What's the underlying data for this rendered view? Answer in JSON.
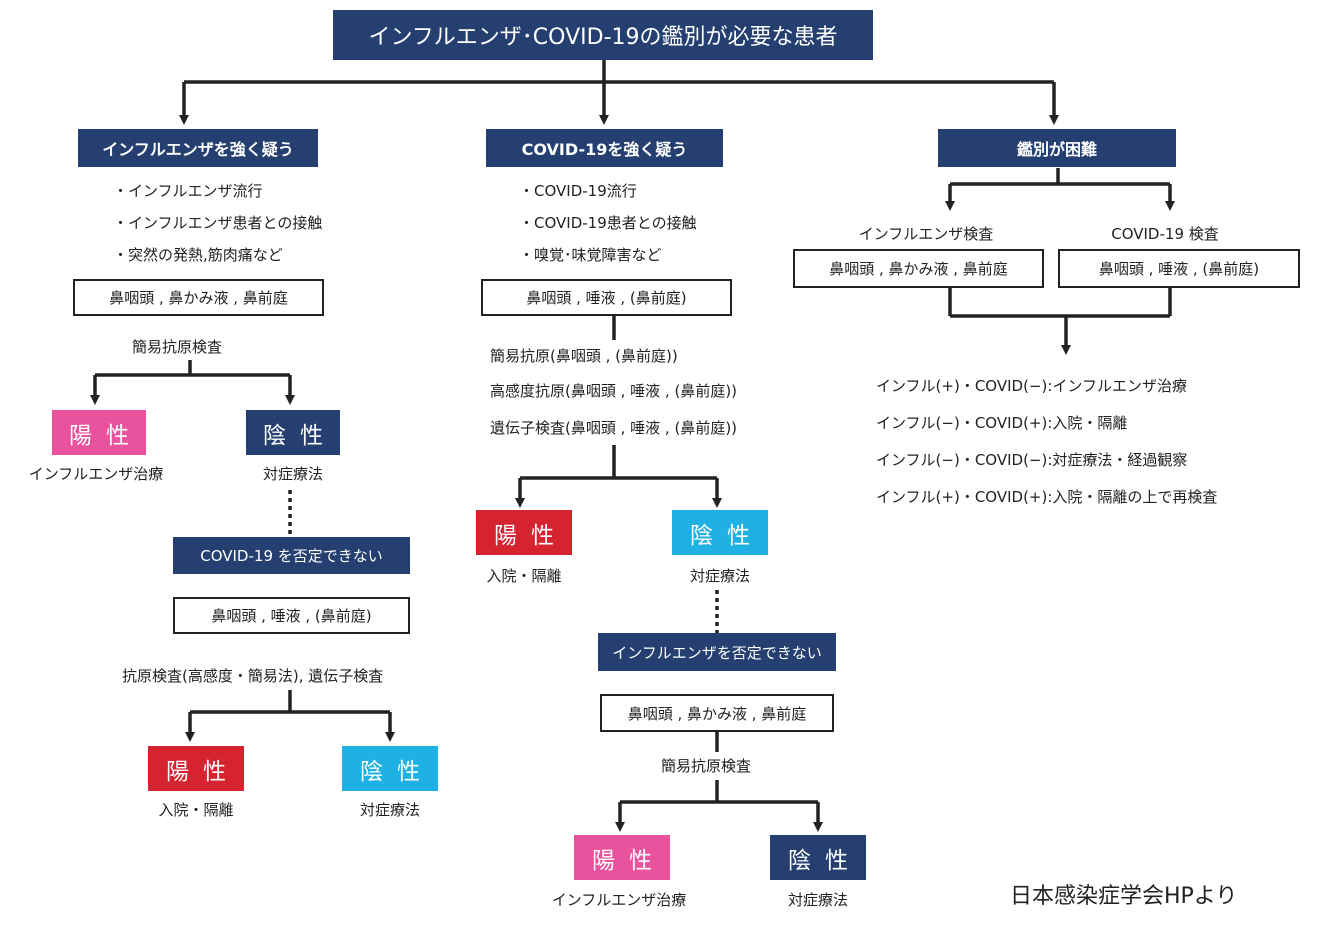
{
  "title": "インフルエンザ･COVID-19の鑑別が必要な患者",
  "branches": {
    "influenza": {
      "header": "インフルエンザを強く疑う",
      "bullets": [
        "・インフルエンザ流行",
        "・インフルエンザ患者との接触",
        "・突然の発熱,筋肉痛など"
      ],
      "specimen": "鼻咽頭 , 鼻かみ液 , 鼻前庭",
      "test": "簡易抗原検査",
      "positive": {
        "label": "陽性",
        "action": "インフルエンザ治療"
      },
      "negative": {
        "label": "陰性",
        "action": "対症療法"
      },
      "followup": {
        "header": "COVID-19 を否定できない",
        "specimen": "鼻咽頭 , 唾液 , (鼻前庭)",
        "test": "抗原検査(高感度・簡易法), 遺伝子検査",
        "positive": {
          "label": "陽性",
          "action": "入院・隔離"
        },
        "negative": {
          "label": "陰性",
          "action": "対症療法"
        }
      }
    },
    "covid": {
      "header": "COVID-19を強く疑う",
      "bullets": [
        "・COVID-19流行",
        "・COVID-19患者との接触",
        "・嗅覚･味覚障害など"
      ],
      "specimen": "鼻咽頭 , 唾液 , (鼻前庭)",
      "tests": [
        "簡易抗原(鼻咽頭 , (鼻前庭))",
        "高感度抗原(鼻咽頭 , 唾液 , (鼻前庭))",
        "遺伝子検査(鼻咽頭 , 唾液 , (鼻前庭))"
      ],
      "positive": {
        "label": "陽性",
        "action": "入院・隔離"
      },
      "negative": {
        "label": "陰性",
        "action": "対症療法"
      },
      "followup": {
        "header": "インフルエンザを否定できない",
        "specimen": "鼻咽頭 , 鼻かみ液 , 鼻前庭",
        "test": "簡易抗原検査",
        "positive": {
          "label": "陽性",
          "action": "インフルエンザ治療"
        },
        "negative": {
          "label": "陰性",
          "action": "対症療法"
        }
      }
    },
    "difficult": {
      "header": "鑑別が困難",
      "flu_test": {
        "label": "インフルエンザ検査",
        "specimen": "鼻咽頭 , 鼻かみ液 , 鼻前庭"
      },
      "covid_test": {
        "label": "COVID-19 検査",
        "specimen": "鼻咽頭 , 唾液 , (鼻前庭)"
      },
      "outcomes": [
        "インフル(+)・COVID(−):インフルエンザ治療",
        "インフル(−)・COVID(+):入院・隔離",
        "インフル(−)・COVID(−):対症療法・経過観察",
        "インフル(+)・COVID(+):入院・隔離の上で再検査"
      ]
    }
  },
  "source": "日本感染症学会HPより",
  "colors": {
    "navy": "#243f70",
    "positive_pink": "#e9529c",
    "positive_red": "#d62330",
    "negative_cyan": "#1fb0e4"
  }
}
